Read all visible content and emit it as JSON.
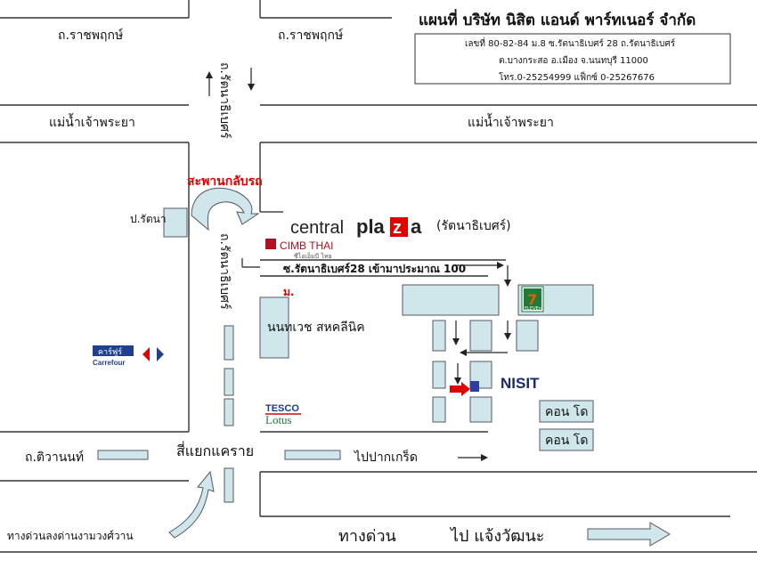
{
  "title": "แผนที่ บริษัท นิสิต แอนด์ พาร์ทเนอร์ จำกัด",
  "address": {
    "line1": "เลขที่ 80-82-84  ม.8 ซ.รัตนาธิเบศร์ 28 ถ.รัตนาธิเบศร์",
    "line2": "ต.บางกระสอ อ.เมือง จ.นนทบุรี 11000",
    "line3": "โทร.0-25254999  แฟ็กซ์ 0-25267676"
  },
  "roads": {
    "ratchaphruek_left": "ถ.ราชพฤกษ์",
    "ratchaphruek_right": "ถ.ราชพฤกษ์",
    "river_left": "แม่น้ำเจ้าพระยา",
    "river_right": "แม่น้ำเจ้าพระยา",
    "rattanathibet_upper": "ถ.รัตนาธิเบศร์",
    "rattanathibet_lower": "ถ.รัตนาธิเบศร์",
    "soi": "ซ.รัตนาธิเบศร์28 เข้ามาประมาณ 100",
    "tiwanon": "ถ.ติวานนท์",
    "intersection": "สี่แยกแคราย",
    "to_pak_kret": "ไปปากเกร็ด",
    "expressway": "ทางด่วน",
    "to_chaeng_watthana": "ไป แจ้งวัฒนะ",
    "expressway_exit": "ทางด่วนลงด่านงามวงศ์วาน",
    "u_turn_bridge": "สะพานกลับรถ"
  },
  "places": {
    "post_office": "ป.รัตนา",
    "central_plaza_a": "central",
    "central_plaza_b": "pla",
    "central_plaza_c": "z",
    "central_plaza_d": "a",
    "central_plaza_branch": "(รัตนาธิเบศร์)",
    "cimb": "CIMB THAI",
    "cimb_sub": "ซีไอเอ็มบี ไทย",
    "m_mark": "ม.",
    "clinic": "นนทเวช สหคลีนิค",
    "carrefour": "คาร์ฟูร์",
    "carrefour_en": "Carrefour",
    "tesco": "TESCO",
    "lotus": "Lotus",
    "seven_eleven": "7",
    "seven_eleven_sub": "ELEVEn",
    "nisit_logo": "NISIT",
    "condo_1": "คอน โด",
    "condo_2": "คอน โด"
  },
  "colors": {
    "block_fill": "#cfe7ea",
    "red_text": "#e00000",
    "cimb_red": "#b01020",
    "tesco_blue": "#1a3c8c",
    "lotus_green": "#1e7a3a",
    "carrefour_blue": "#1f3f8f",
    "company_marker": "#2b3fa0"
  }
}
